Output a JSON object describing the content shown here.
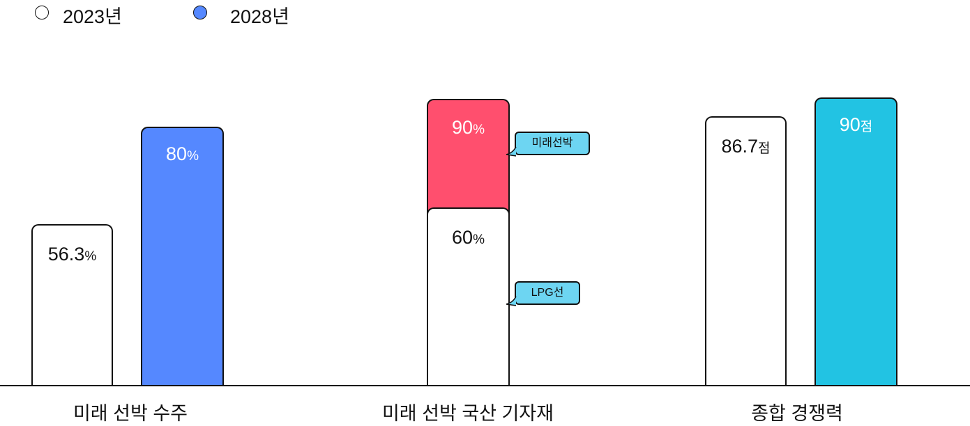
{
  "chart_data": {
    "type": "bar",
    "title": "",
    "legend": {
      "placement": "top-left",
      "entries": [
        {
          "label": "2023년",
          "color": "#FFFFFF"
        },
        {
          "label": "2028년",
          "color": "#5588FF"
        }
      ]
    },
    "categories": [
      "미래 선박 수주",
      "미래 선박 국산 기자재",
      "종합 경쟁력"
    ],
    "bars": [
      {
        "category": "미래 선박 수주",
        "series": "2023년",
        "value": 56.3,
        "label": "56.3",
        "unit": "%",
        "color": "#FFFFFF"
      },
      {
        "category": "미래 선박 수주",
        "series": "2028년",
        "value": 80,
        "label": "80",
        "unit": "%",
        "color": "#5588FF"
      },
      {
        "category": "미래 선박 국산 기자재",
        "series": "미래선박",
        "value": 90,
        "label": "90",
        "unit": "%",
        "color": "#FF4F6E",
        "callout": "미래선박"
      },
      {
        "category": "미래 선박 국산 기자재",
        "series": "LPG선",
        "value": 60,
        "label": "60",
        "unit": "%",
        "color": "#FFFFFF",
        "callout": "LPG선"
      },
      {
        "category": "종합 경쟁력",
        "series": "2023년",
        "value": 86.7,
        "label": "86.7",
        "unit": "점",
        "color": "#FFFFFF"
      },
      {
        "category": "종합 경쟁력",
        "series": "2028년",
        "value": 90,
        "label": "90",
        "unit": "점",
        "color": "#22C3E3"
      }
    ],
    "callout_color": "#6DD5F2",
    "xlabel": "",
    "ylabel": "",
    "grid": false
  }
}
